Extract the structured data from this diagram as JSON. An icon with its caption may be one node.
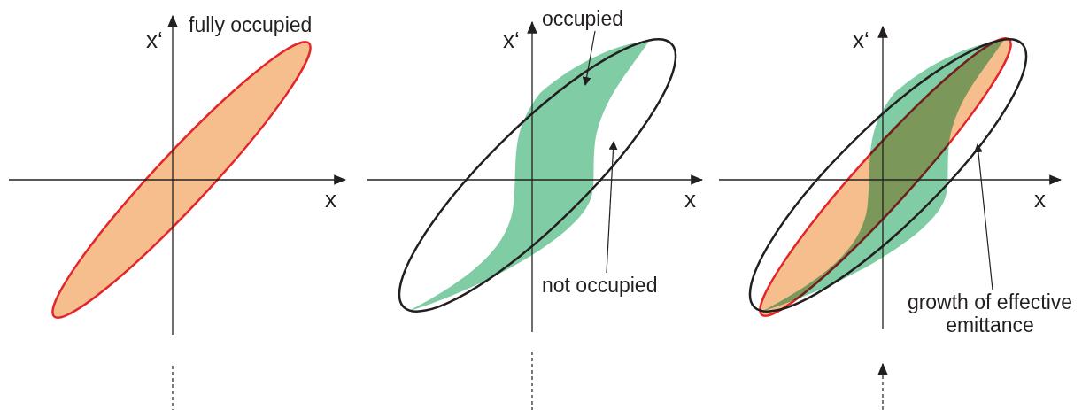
{
  "diagram": {
    "nodes": [
      {
        "text": [
          "occupied"
        ]
      },
      {
        "text": [
          "not occupied"
        ]
      },
      {
        "text": [
          "growth of effective emittance"
        ]
      },
      {
        "text": [],
        "shape": "blob"
      },
      {
        "text": [],
        "shape": "ellipse"
      },
      {
        "text": [],
        "shape": "ellipse"
      }
    ],
    "edges": [
      {
        "from": 0,
        "to": 3,
        "arrow": "to"
      },
      {
        "from": 1,
        "to": 4,
        "arrow": "to"
      },
      {
        "from": 2,
        "to": 5,
        "arrow": "to"
      }
    ],
    "labels": [
      "x‘",
      "fully occupied",
      "x",
      "x‘",
      "x",
      "x‘",
      "x"
    ]
  }
}
